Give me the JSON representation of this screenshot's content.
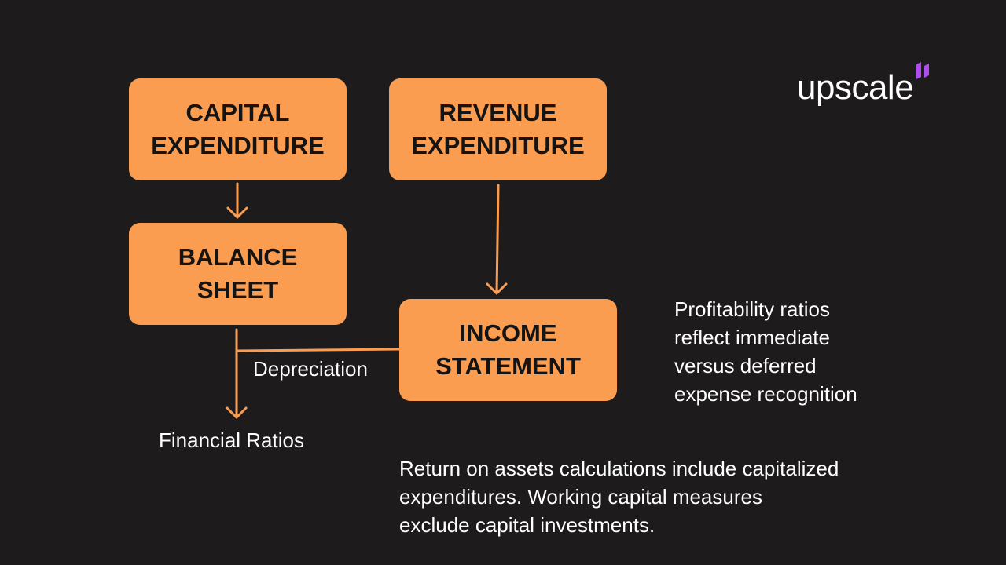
{
  "logo": {
    "wordmark": "upscale",
    "mark_color": "#b04df0"
  },
  "boxes": {
    "capital_expenditure": [
      "CAPITAL",
      "EXPENDITURE"
    ],
    "revenue_expenditure": [
      "REVENUE",
      "EXPENDITURE"
    ],
    "balance_sheet": [
      "BALANCE",
      "SHEET"
    ],
    "income_statement": [
      "INCOME",
      "STATEMENT"
    ]
  },
  "labels": {
    "depreciation": "Depreciation",
    "financial_ratios": "Financial Ratios"
  },
  "notes": {
    "profitability": [
      "Profitability ratios",
      "reflect immediate",
      "versus deferred",
      "expense recognition"
    ],
    "return_on_assets": [
      "Return on assets calculations include capitalized",
      "expenditures. Working capital measures",
      "exclude capital investments."
    ]
  },
  "colors": {
    "background": "#1d1b1c",
    "box_fill": "#fb9d50",
    "connector": "#fb9d50",
    "box_text": "#141414",
    "text": "#ffffff"
  }
}
